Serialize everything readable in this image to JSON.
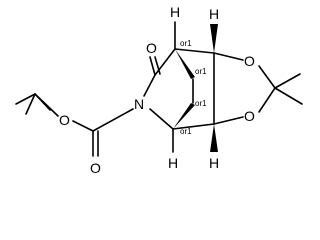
{
  "molecule": {
    "atoms": {
      "O_carbonyl": "O",
      "N_amide": "N",
      "O_ester": "O",
      "O_carbamate": "O",
      "O_ring_top": "O",
      "O_ring_bottom": "O",
      "H_top": "H",
      "H_bottom": "H",
      "H_ring_top": "H",
      "H_ring_bottom": "H"
    },
    "stereo_labels": [
      "or1",
      "or1",
      "or1",
      "or1"
    ]
  }
}
